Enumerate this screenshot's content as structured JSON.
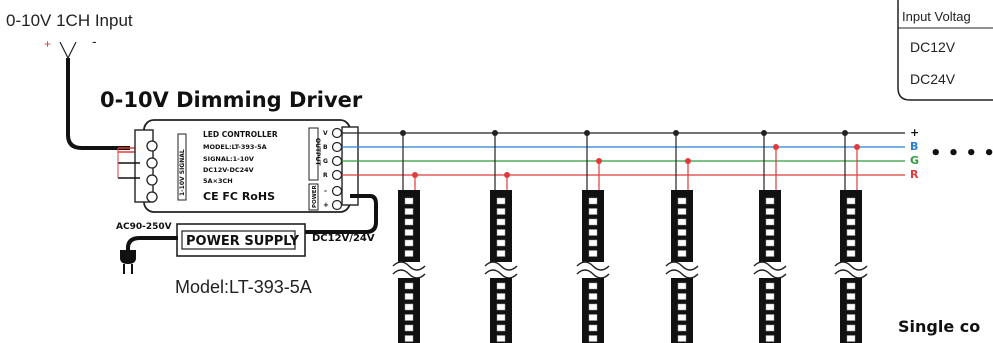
{
  "input_label": "0-10V 1CH Input",
  "input_polarity": {
    "plus": "+",
    "minus": "-"
  },
  "driver_title": "0-10V Dimming Driver",
  "controller": {
    "line1": "LED CONTROLLER",
    "line2": "MODEL:LT-393-5A",
    "line3": "SIGNAL:1-10V",
    "line4": "DC12V-DC24V",
    "line5": "5A×3CH",
    "certs": "CE FC RoHS",
    "left_side_label": "1-10V SIGNAL",
    "right_top_label": "OUTPUT",
    "right_bottom_label": "POWER",
    "out_terminals": [
      "V",
      "B",
      "G",
      "R"
    ],
    "power_terminals": [
      "-",
      "+"
    ]
  },
  "ac_label": "AC90-250V",
  "power_supply_label": "POWER SUPPLY",
  "dc_output_label": "DC12V/24V",
  "model_label": "Model:LT-393-5A",
  "bus_labels": [
    "+",
    "B",
    "G",
    "R"
  ],
  "colors": {
    "plus": "#222222",
    "blue": "#2a7fd4",
    "green": "#2e9e3a",
    "red": "#e03b3b"
  },
  "continuation": "• • • •",
  "table": {
    "header": "Input Voltag",
    "rows": [
      "DC12V",
      "DC24V"
    ]
  },
  "footer_text": "Single co"
}
